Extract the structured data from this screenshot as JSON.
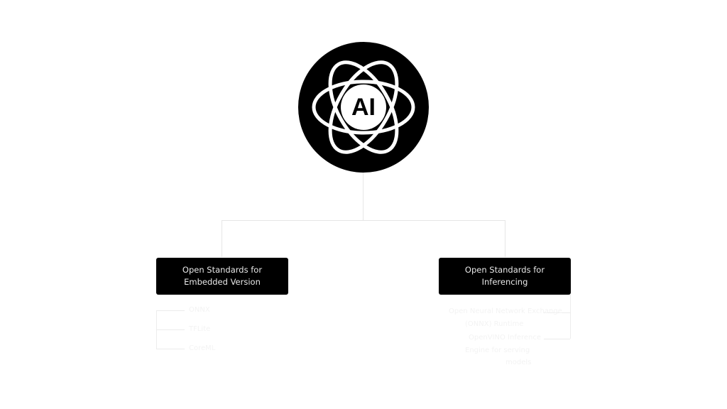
{
  "root": {
    "logo_text": "AI",
    "icon": "atom-ai-icon"
  },
  "children": [
    {
      "label": "Open Standards for Embedded Version",
      "items": [
        "ONNX",
        "TFLite",
        "CoreML"
      ]
    },
    {
      "label": "Open Standards for Inferencing",
      "items": [
        "Open Neural Network Exchange",
        "(ONNX) Runtime",
        "OpenVINO Inference",
        "Engine for serving",
        "models"
      ]
    }
  ],
  "colors": {
    "node_bg": "#000000",
    "node_text": "#e8e8e8",
    "connector": "#e6e6e6"
  }
}
